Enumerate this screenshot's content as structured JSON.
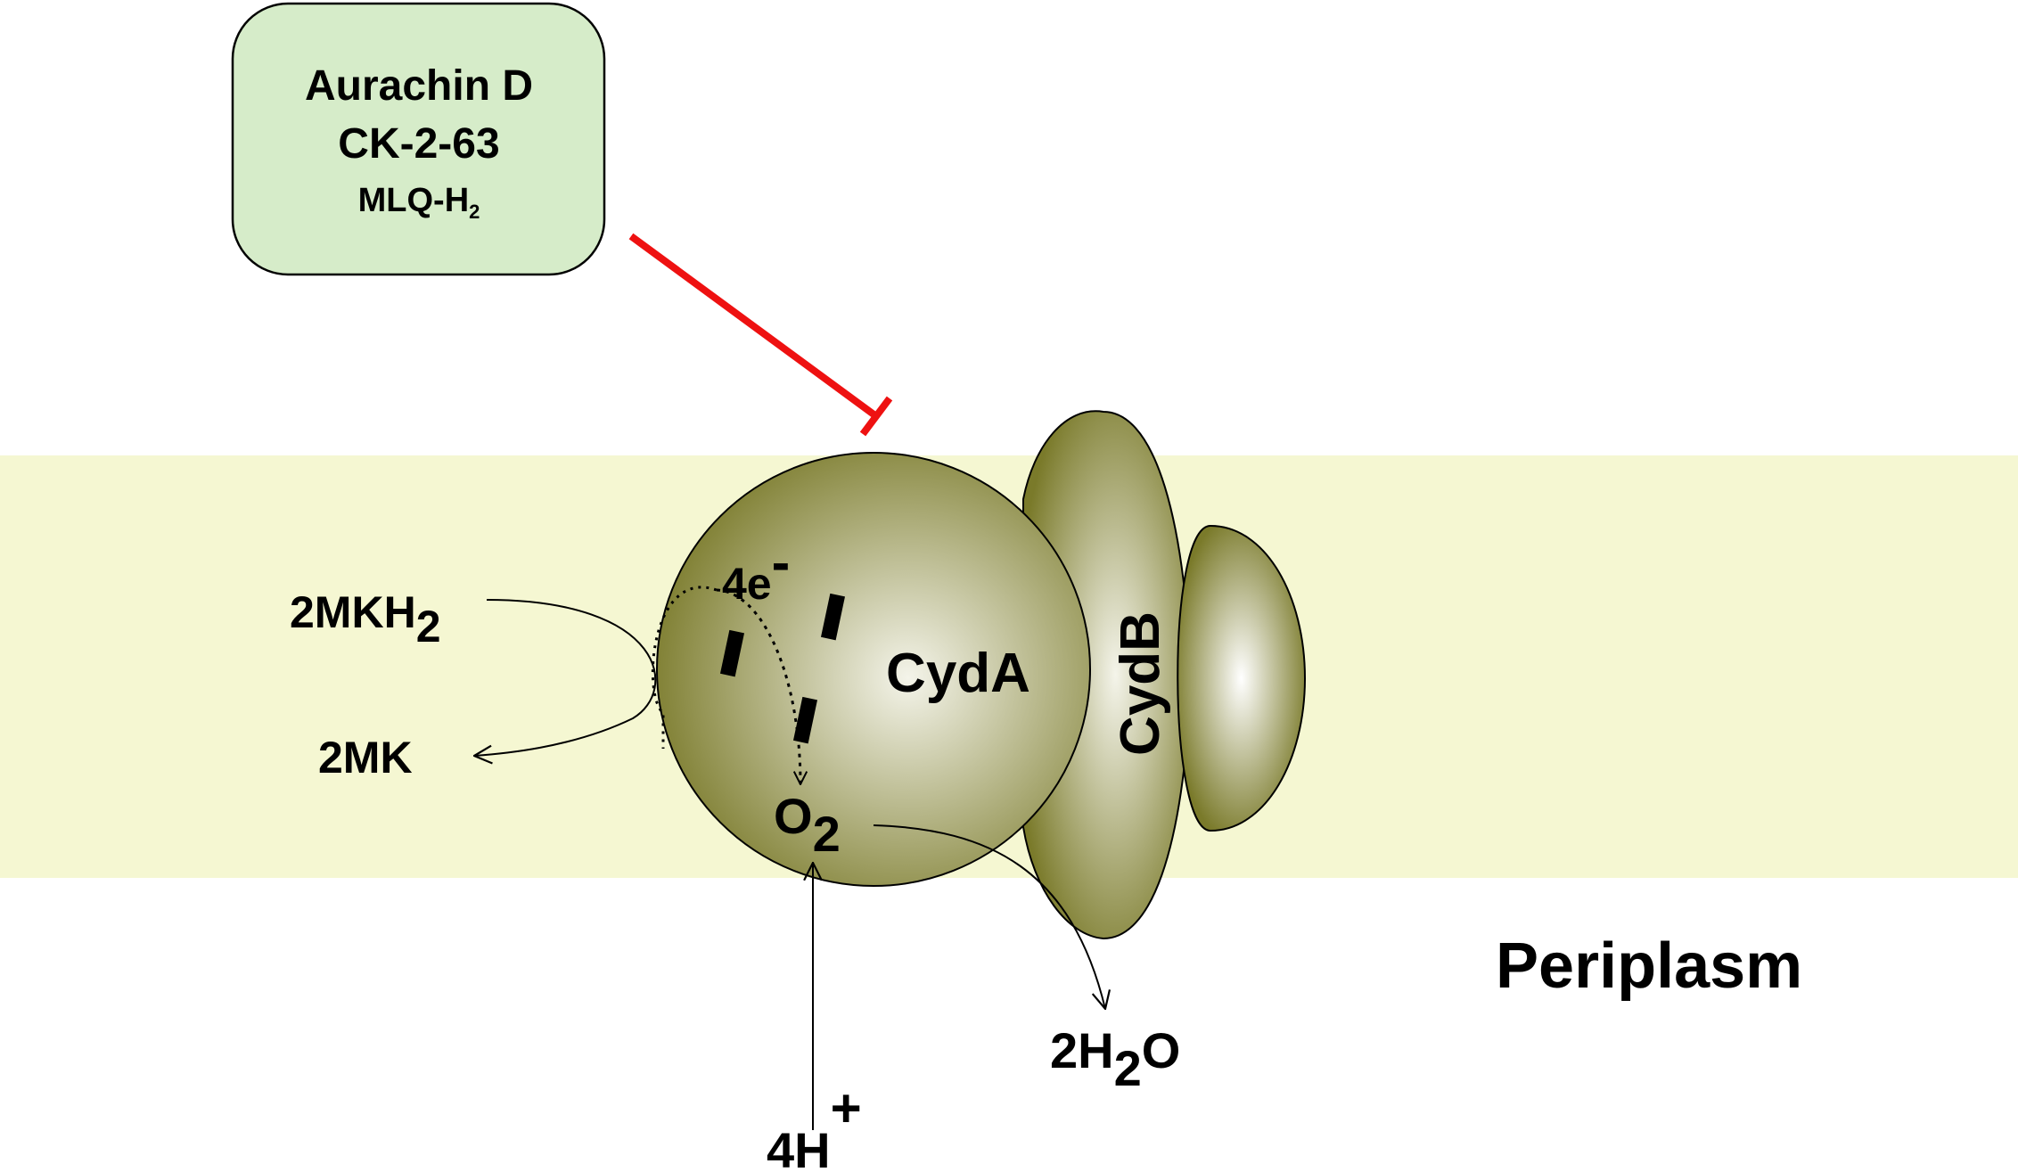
{
  "colors": {
    "membrane": "#f5f7d2",
    "inhibitor_box_fill": "#d6ecc9",
    "inhibitor_line": "#ee1111",
    "protein_dark": "#7a7a2a",
    "protein_light": "#f4f4ea"
  },
  "inhibitors": {
    "line1": "Aurachin D",
    "line2": "CK-2-63",
    "line3_main": "MLQ-H",
    "line3_sub": "2"
  },
  "proteins": {
    "cyda": "CydA",
    "cydb": "CydB"
  },
  "electrons": {
    "main": "4e",
    "sup": "-"
  },
  "substrates": {
    "mkh2_main": "2MKH",
    "mkh2_sub": "2",
    "mk": "2MK",
    "o2_main": "O",
    "o2_sub": "2",
    "h_main": "4H",
    "h_sup": "+",
    "water_a": "2H",
    "water_sub": "2",
    "water_b": "O"
  },
  "compartments": {
    "periplasm": "Periplasm"
  }
}
